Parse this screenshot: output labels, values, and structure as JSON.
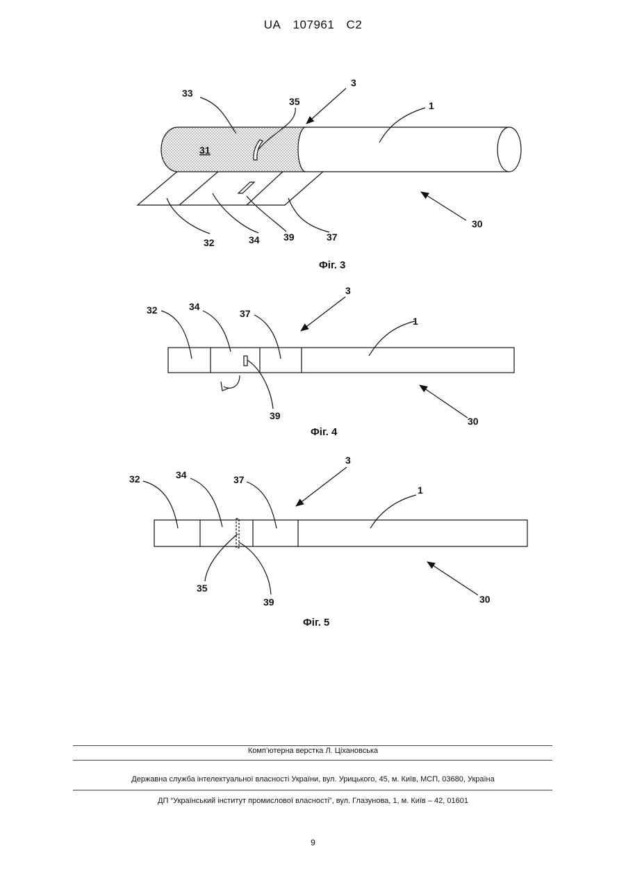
{
  "header": {
    "country": "UA",
    "number": "107961",
    "kind": "C2"
  },
  "figures": [
    {
      "caption": "Фіг. 3",
      "labels": {
        "l33": "33",
        "l35": "35",
        "l3": "3",
        "l1": "1",
        "l31": "31",
        "l30": "30",
        "l32": "32",
        "l34": "34",
        "l39": "39",
        "l37": "37"
      }
    },
    {
      "caption": "Фіг. 4",
      "labels": {
        "l32": "32",
        "l34": "34",
        "l37": "37",
        "l3": "3",
        "l1": "1",
        "l39": "39",
        "l30": "30"
      }
    },
    {
      "caption": "Фіг. 5",
      "labels": {
        "l32": "32",
        "l34": "34",
        "l37": "37",
        "l3": "3",
        "l1": "1",
        "l35": "35",
        "l39": "39",
        "l30": "30"
      }
    }
  ],
  "footer": {
    "typesetting": "Комп’ютерна верстка Л. Ціхановська",
    "office": "Державна служба інтелектуальної власності України, вул. Урицького, 45, м. Київ, МСП, 03680, Україна",
    "institute": "ДП “Український інститут промислової власності”, вул. Глазунова, 1, м. Київ – 42, 01601"
  },
  "page_number": "9"
}
